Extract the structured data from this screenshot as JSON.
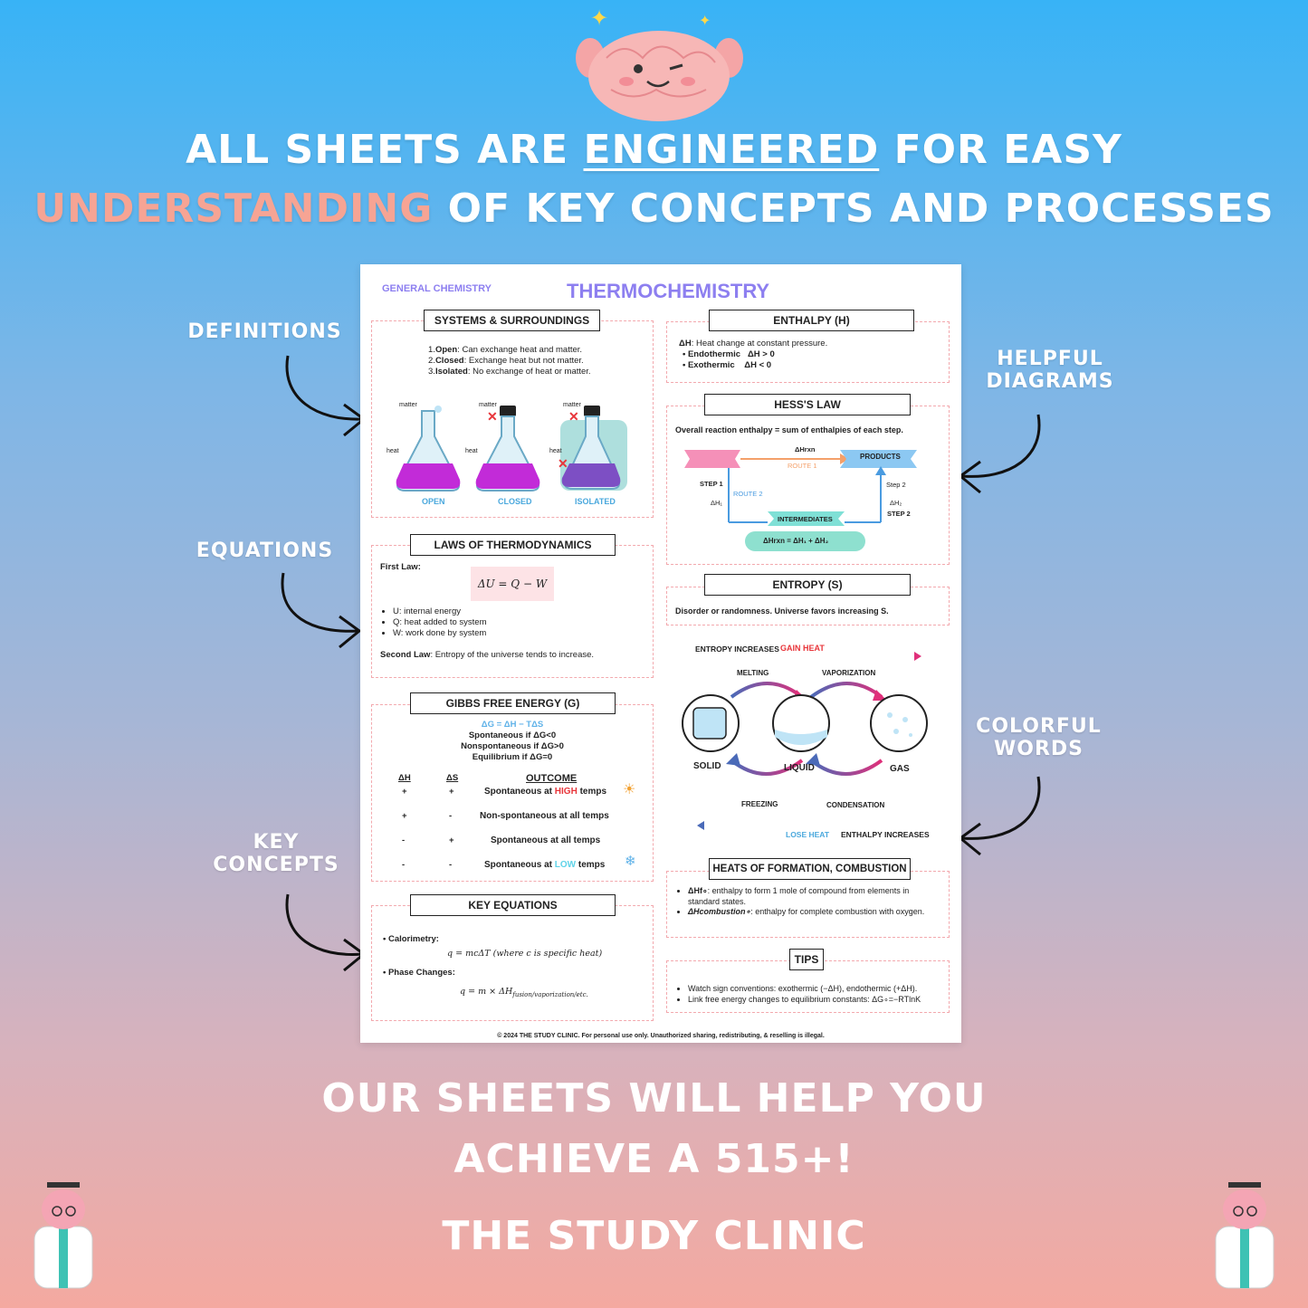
{
  "headline": {
    "line1_a": "ALL SHEETS ARE",
    "line1_u": "ENGINEERED",
    "line1_b": "FOR EASY",
    "line2_a": "UNDERSTANDING",
    "line2_b": "OF KEY CONCEPTS AND PROCESSES"
  },
  "side_labels": {
    "definitions": "DEFINITIONS",
    "helpful_1": "HELPFUL",
    "helpful_2": "DIAGRAMS",
    "equations": "EQUATIONS",
    "colorful_1": "COLORFUL",
    "colorful_2": "WORDS",
    "key_1": "KEY",
    "key_2": "CONCEPTS"
  },
  "sheet": {
    "subject": "GENERAL CHEMISTRY",
    "title": "THERMOCHEMISTRY",
    "systems": {
      "title": "SYSTEMS & SURROUNDINGS",
      "items": [
        {
          "num": "1.",
          "term": "Open",
          "desc": ": Can exchange heat and matter."
        },
        {
          "num": "2.",
          "term": "Closed",
          "desc": ": Exchange heat but not matter."
        },
        {
          "num": "3.",
          "term": "Isolated",
          "desc": ": No exchange of heat or matter."
        }
      ],
      "matter": "matter",
      "heat": "heat",
      "labels": [
        "OPEN",
        "CLOSED",
        "ISOLATED"
      ]
    },
    "laws": {
      "title": "LAWS OF THERMODYNAMICS",
      "first_law": "First Law:",
      "equation": "ΔU = Q − W",
      "bullets": [
        "U: internal energy",
        "Q: heat added to system",
        "W: work done by system"
      ],
      "second_label": "Second Law",
      "second_desc": ": Entropy of the universe tends to increase."
    },
    "gibbs": {
      "title": "GIBBS FREE ENERGY (G)",
      "equation": "ΔG = ΔH − TΔS",
      "spont": "Spontaneous if ΔG<0",
      "nonspont": "Nonspontaneous if ΔG>0",
      "equil": "Equilibrium if ΔG=0",
      "headers": [
        "ΔH",
        "ΔS",
        "OUTCOME"
      ],
      "rows": [
        {
          "dh": "+",
          "ds": "+",
          "a": "Spontaneous at ",
          "hl": "HIGH",
          "b": " temps"
        },
        {
          "dh": "+",
          "ds": "-",
          "a": "Non-spontaneous at all temps",
          "hl": "",
          "b": ""
        },
        {
          "dh": "-",
          "ds": "+",
          "a": "Spontaneous at all temps",
          "hl": "",
          "b": ""
        },
        {
          "dh": "-",
          "ds": "-",
          "a": "Spontaneous at ",
          "hl": "LOW",
          "b": " temps"
        }
      ]
    },
    "keyeq": {
      "title": "KEY EQUATIONS",
      "cal": "Calorimetry:",
      "cal_eq": "q = mcΔT    (where c is specific heat)",
      "phase": "Phase Changes:",
      "phase_eq": "q = m × ΔH",
      "phase_sub": "fusion/vaporization/etc."
    },
    "enthalpy": {
      "title": "ENTHALPY (H)",
      "def_a": "ΔH",
      "def_b": ": Heat change at constant pressure.",
      "endo": "Endothermic",
      "endo_v": "ΔH > 0",
      "exo": "Exothermic",
      "exo_v": "ΔH < 0"
    },
    "hess": {
      "title": "HESS'S LAW",
      "desc": "Overall reaction enthalpy = sum of enthalpies of each step.",
      "dhrxn": "ΔHrxn",
      "route1": "ROUTE 1",
      "products": "PRODUCTS",
      "step1": "STEP 1",
      "route2": "ROUTE 2",
      "dh1": "ΔH₁",
      "step2a": "Step 2",
      "dh2": "ΔH₂",
      "step2": "STEP 2",
      "intermediates": "INTERMEDIATES",
      "sum": "ΔHrxn =   ΔH₁   +   ΔH₂"
    },
    "entropy": {
      "title": "ENTROPY (S)",
      "desc": "Disorder or randomness. Universe favors increasing S.",
      "inc": "ENTROPY INCREASES",
      "gain": "GAIN HEAT",
      "melting": "MELTING",
      "vapor": "VAPORIZATION",
      "solid": "SOLID",
      "liquid": "LIQUID",
      "gas": "GAS",
      "freezing": "FREEZING",
      "condensation": "CONDENSATION",
      "lose": "LOSE HEAT",
      "enth_inc": "ENTHALPY INCREASES"
    },
    "heats": {
      "title": "HEATS OF FORMATION, COMBUSTION",
      "f_term": "ΔHf∘",
      "f_desc": ": enthalpy to form 1 mole of compound from elements in standard states.",
      "c_term": "ΔHcombustion∘",
      "c_desc": ": enthalpy for complete combustion with oxygen."
    },
    "tips": {
      "title": "TIPS",
      "items": [
        "Watch sign conventions: exothermic (−ΔH), endothermic (+ΔH).",
        "Link free energy changes to equilibrium constants: ΔG∘=−RTlnK"
      ]
    },
    "footer": "© 2024 THE STUDY CLINIC. For personal use only. Unauthorized sharing, redistributing, & reselling is illegal."
  },
  "bottom": {
    "line1": "OUR SHEETS WILL HELP YOU",
    "line2": "ACHIEVE A 515+!",
    "brand": "THE STUDY CLINIC"
  },
  "colors": {
    "accent_pink": "#f6a494",
    "purple": "#8d7ff0",
    "hot": "#e8353a",
    "cold": "#5fd3e8"
  }
}
